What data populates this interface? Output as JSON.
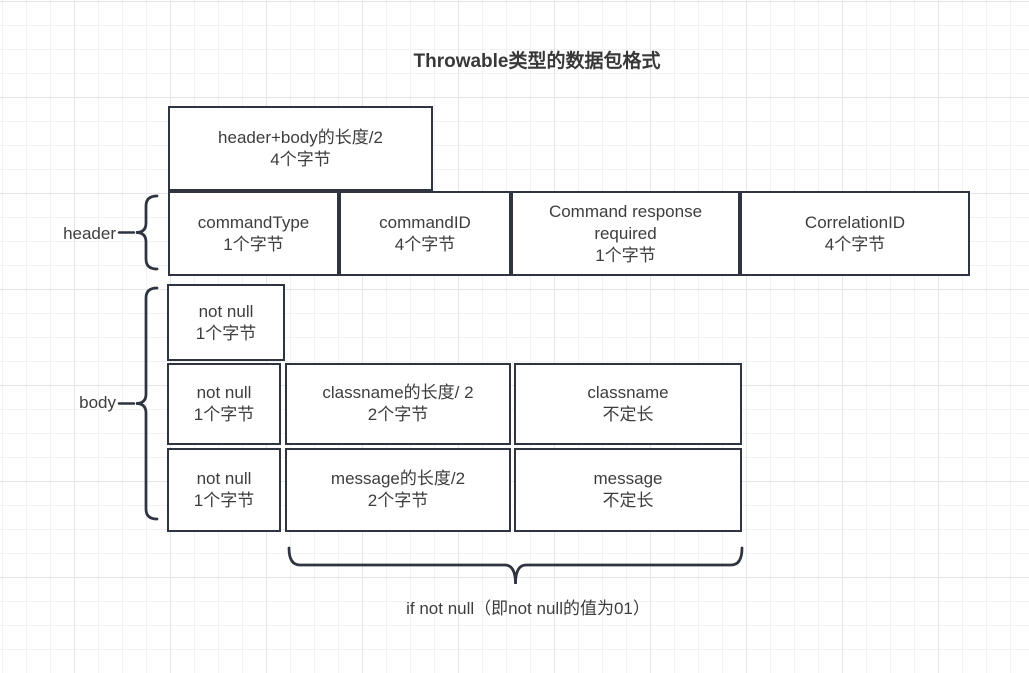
{
  "title": "Throwable类型的数据包格式",
  "section_labels": {
    "header": "header",
    "body": "body"
  },
  "footnote": "if not null（即not null的值为01）",
  "colors": {
    "shape_border": "#2e3440",
    "text": "#3d3d3d",
    "grid_minor": "#f2f2f6",
    "grid_major": "#e4e4e9",
    "canvas_bg": "#ffffff"
  },
  "cells": {
    "top": {
      "name": "header+body的长度/2",
      "size": "4个字节"
    },
    "header": [
      {
        "name": "commandType",
        "size": "1个字节"
      },
      {
        "name": "commandID",
        "size": "4个字节"
      },
      {
        "name": "Command response required",
        "size": "1个字节"
      },
      {
        "name": "CorrelationID",
        "size": "4个字节"
      }
    ],
    "body_row1": [
      {
        "name": "not null",
        "size": "1个字节"
      }
    ],
    "body_row2": [
      {
        "name": "not null",
        "size": "1个字节"
      },
      {
        "name": "classname的长度/ 2",
        "size": "2个字节"
      },
      {
        "name": "classname",
        "size": "不定长"
      }
    ],
    "body_row3": [
      {
        "name": "not null",
        "size": "1个字节"
      },
      {
        "name": "message的长度/2",
        "size": "2个字节"
      },
      {
        "name": "message",
        "size": "不定长"
      }
    ]
  }
}
